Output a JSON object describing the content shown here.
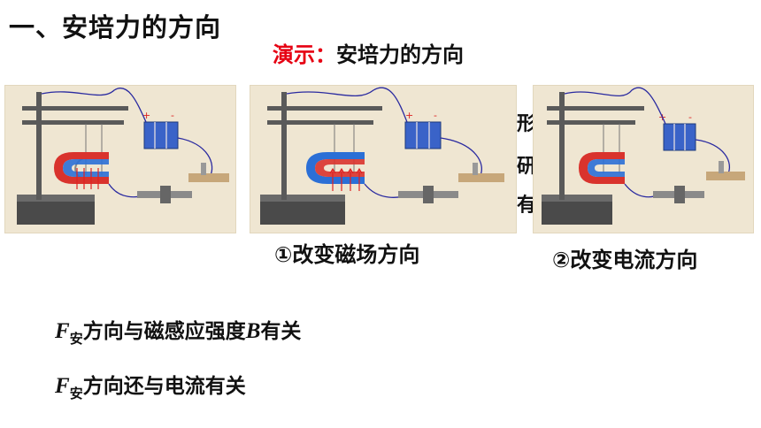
{
  "section_title": "一、安培力的方向",
  "demo": {
    "label": "演示：",
    "text": "安培力的方向"
  },
  "hidden_text": [
    "形",
    "研",
    "有"
  ],
  "panels": [
    {
      "plus": "+",
      "minus": "-",
      "magnet_top": "#d9332d",
      "magnet_bottom": "#2b6fd6",
      "arrow": "down"
    },
    {
      "plus": "+",
      "minus": "-",
      "magnet_top": "#2b6fd6",
      "magnet_bottom": "#d9332d",
      "arrow": "up"
    },
    {
      "plus": "+",
      "minus": "-",
      "magnet_top": "#d9332d",
      "magnet_bottom": "#2b6fd6",
      "arrow": "none"
    }
  ],
  "captions": [
    "①改变磁场方向",
    "②改变电流方向"
  ],
  "laws": [
    {
      "symbol": "F",
      "subscript": "安",
      "text_before": "方向与磁感应强度",
      "symbol2": "B",
      "text_after": "有关"
    },
    {
      "symbol": "F",
      "subscript": "安",
      "text": "方向还与电流有关"
    }
  ],
  "colors": {
    "accent_red": "#e60012",
    "wire": "#2a2aa0",
    "battery": "#3a63c8"
  }
}
